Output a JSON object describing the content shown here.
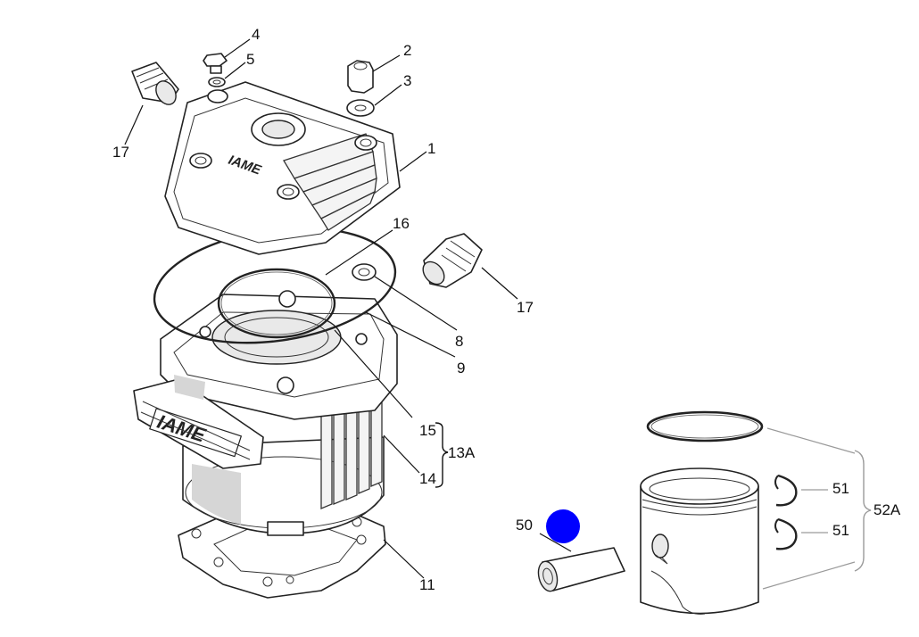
{
  "callouts": {
    "c1": "1",
    "c2": "2",
    "c3": "3",
    "c4": "4",
    "c5": "5",
    "c8": "8",
    "c9": "9",
    "c11": "11",
    "c14": "14",
    "c15": "15",
    "c16": "16",
    "c17a": "17",
    "c17b": "17",
    "c13a": "13A",
    "c50": "50",
    "c51a": "51",
    "c51b": "51",
    "c52a": "52A"
  },
  "logos": {
    "head_logo": "IAME",
    "cylinder_logo": "IAME"
  },
  "colors": {
    "marker": "#0000ff",
    "line": "#111111",
    "group_line": "#9a9a9a"
  }
}
